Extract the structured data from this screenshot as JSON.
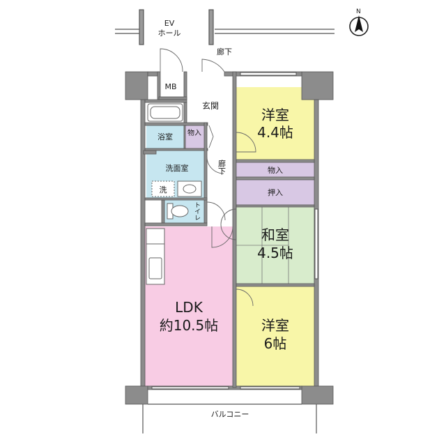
{
  "plan": {
    "ev_hall": {
      "line1": "EV",
      "line2": "ホール"
    },
    "corridor_outside": "廊下",
    "corridor_inside": "廊下",
    "mb": "MB",
    "entrance": "玄関",
    "bath": "浴室",
    "storage_small": "物入",
    "washroom": "洗面室",
    "washer": "洗",
    "toilet": "トイレ",
    "western_room_1": {
      "name": "洋室",
      "size": "4.4帖"
    },
    "storage_1": "物入",
    "storage_2": "押入",
    "japanese_room": {
      "name": "和室",
      "size": "4.5帖"
    },
    "ldk": {
      "name": "LDK",
      "size": "約10.5帖"
    },
    "western_room_2": {
      "name": "洋室",
      "size": "6帖"
    },
    "balcony": "バルコニー",
    "compass": "N"
  },
  "colors": {
    "western_room": "#f8f6a8",
    "japanese_room": "#d8eccc",
    "ldk": "#f8cce4",
    "wet_area": "#c6e6f0",
    "storage": "#d8c8e4",
    "wall": "#8c8c8c",
    "line": "#555555"
  }
}
